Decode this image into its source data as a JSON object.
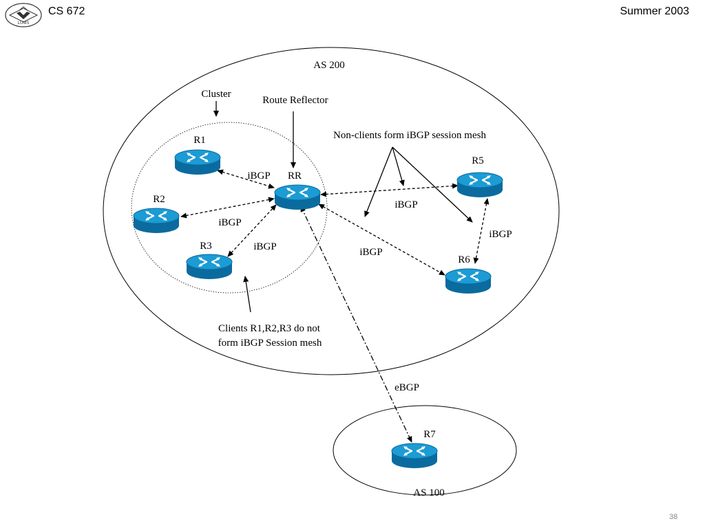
{
  "header": {
    "left": "CS 672",
    "right": "Summer 2003",
    "logo_text": "LUMS"
  },
  "diagram": {
    "as_200": {
      "label": "AS 200"
    },
    "as_100": {
      "label": "AS 100"
    },
    "cluster": {
      "label": "Cluster"
    },
    "route_reflector": {
      "label": "Route Reflector"
    },
    "non_clients_note": "Non-clients form iBGP session mesh",
    "clients_note_line1": "Clients R1,R2,R3 do not",
    "clients_note_line2": "form iBGP Session mesh",
    "routers": {
      "r1": "R1",
      "r2": "R2",
      "r3": "R3",
      "rr": "RR",
      "r5": "R5",
      "r6": "R6",
      "r7": "R7"
    },
    "links": {
      "r1_rr": "iBGP",
      "r2_rr": "iBGP",
      "r3_rr": "iBGP",
      "rr_r5": "iBGP",
      "rr_r6": "iBGP",
      "r5_r6": "iBGP",
      "rr_r7": "eBGP"
    }
  },
  "page_number": "38",
  "colors": {
    "router_top": "#1c9bd4",
    "router_side": "#0b6b9e",
    "line": "#000000"
  }
}
